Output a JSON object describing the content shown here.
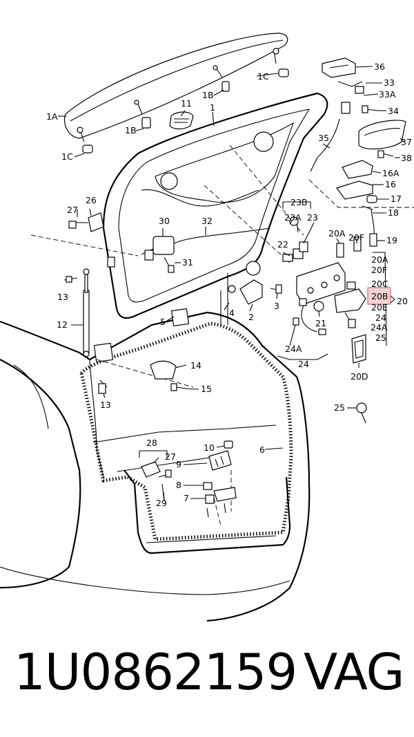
{
  "caption": {
    "part_number": "1U0862159",
    "brand": "VAG"
  },
  "highlight": {
    "label": "20B",
    "fill": "#f7d2d2",
    "stroke": "#d26b6b"
  },
  "labels": {
    "l1A": "1A",
    "l1B_a": "1B",
    "l1B_b": "1B",
    "l1C_a": "1C",
    "l1C_b": "1C",
    "l1": "1",
    "l11": "11",
    "l36": "36",
    "l33": "33",
    "l33A": "33A",
    "l34": "34",
    "l37": "37",
    "l38": "38",
    "l35": "35",
    "l16A": "16A",
    "l16": "16",
    "l17": "17",
    "l18": "18",
    "l19": "19",
    "l27a": "27",
    "l26": "26",
    "l30": "30",
    "l32": "32",
    "l31": "31",
    "l13a": "13",
    "l12": "12",
    "l23B": "23B",
    "l23A": "23A",
    "l23": "23",
    "l22": "22",
    "l20A_top": "20A",
    "l20F_top": "20F",
    "l20A": "20A",
    "l20F": "20F",
    "l20C": "20C",
    "l20": "20",
    "l20E": "20E",
    "l24": "24",
    "l24A_r": "24A",
    "l25_r": "25",
    "l4": "4",
    "l2": "2",
    "l3": "3",
    "l5": "5",
    "l21": "21",
    "l24A": "24A",
    "l24b": "24",
    "l20D": "20D",
    "l14": "14",
    "l15": "15",
    "l13b": "13",
    "l25": "25",
    "l28": "28",
    "l10": "10",
    "l6": "6",
    "l27b": "27",
    "l9": "9",
    "l8": "8",
    "l29": "29",
    "l7": "7"
  }
}
